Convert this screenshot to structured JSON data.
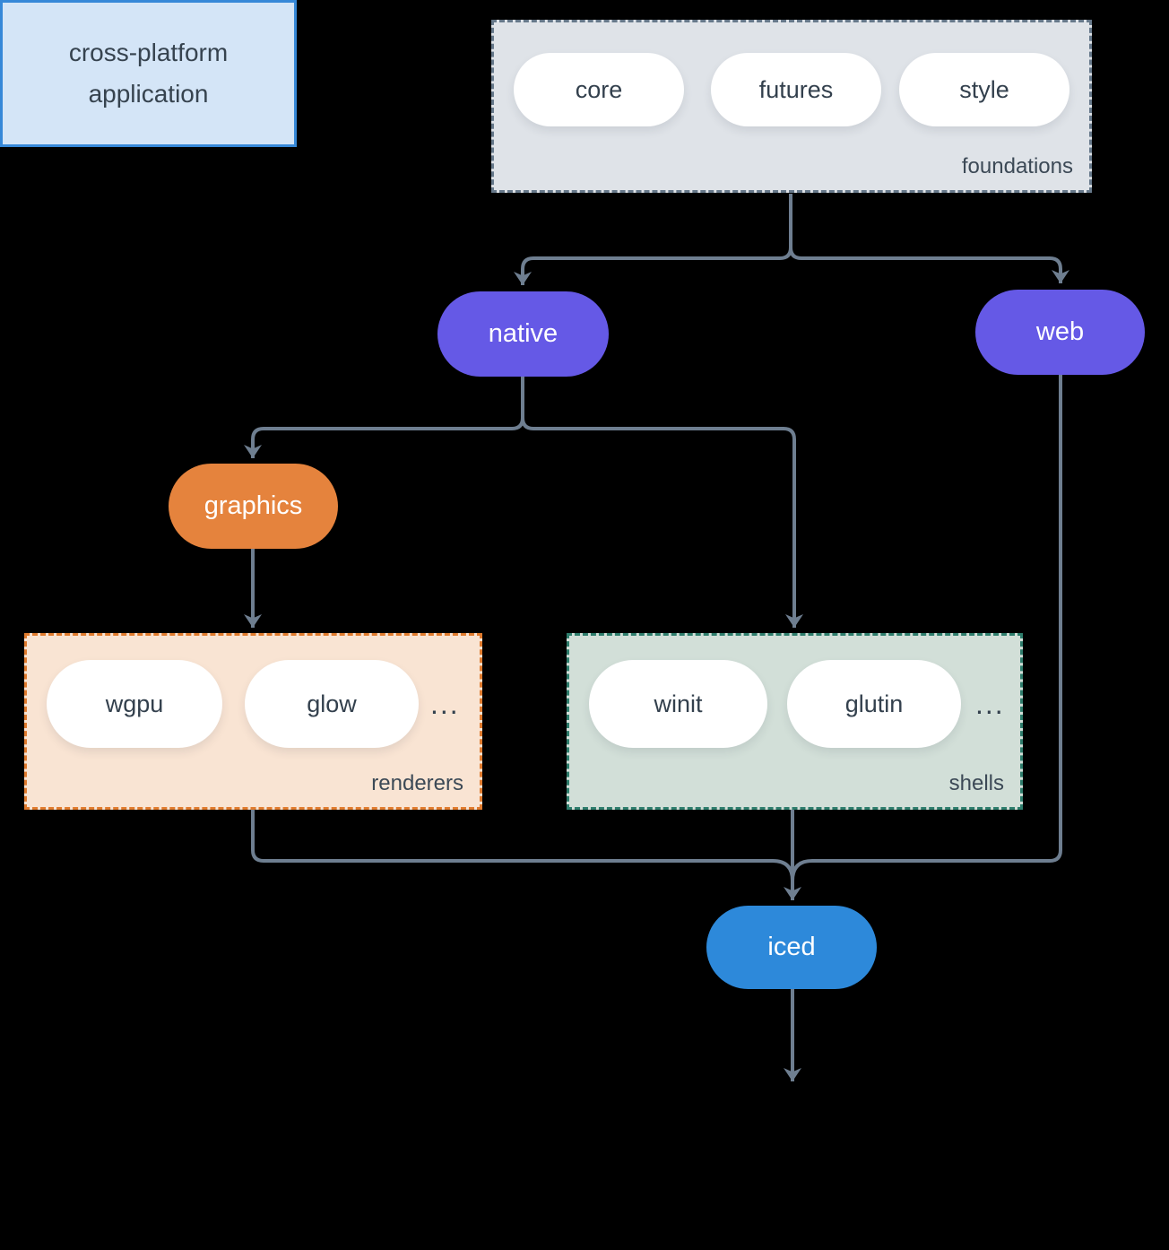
{
  "foundations": {
    "label": "foundations",
    "pills": [
      "core",
      "futures",
      "style"
    ]
  },
  "native": {
    "label": "native"
  },
  "web": {
    "label": "web"
  },
  "graphics": {
    "label": "graphics"
  },
  "renderers": {
    "label": "renderers",
    "pills": [
      "wgpu",
      "glow"
    ],
    "more": "..."
  },
  "shells": {
    "label": "shells",
    "pills": [
      "winit",
      "glutin"
    ],
    "more": "..."
  },
  "iced": {
    "label": "iced"
  },
  "application": {
    "line1": "cross-platform",
    "line2": "application"
  },
  "colors": {
    "background": "#000000",
    "connector": "#6e7e90",
    "node_purple": "#6559e6",
    "node_orange": "#e5833d",
    "node_blue": "#2d89da",
    "pill_bg": "#ffffff",
    "text_dark": "#33404d",
    "foundations_bg": "#dfe3e8",
    "foundations_border": "#66788a",
    "renderers_bg": "#f9e4d3",
    "renderers_border": "#e07b2e",
    "shells_bg": "#d2dfd8",
    "shells_border": "#2e7d6c",
    "application_bg": "#d4e5f7",
    "application_border": "#3688d8"
  }
}
